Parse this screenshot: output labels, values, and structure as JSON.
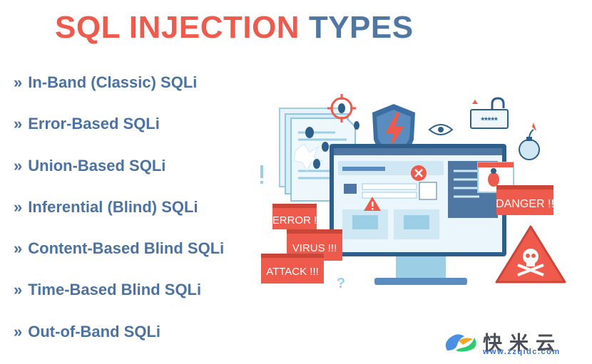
{
  "title": {
    "part1": "SQL INJECTION",
    "part2": "TYPES"
  },
  "bullet": "»",
  "types": [
    "In-Band (Classic) SQLi",
    "Error-Based SQLi",
    "Union-Based SQLi",
    "Inferential (Blind) SQLi",
    "Content-Based Blind SQLi",
    "Time-Based Blind SQLi",
    "Out-of-Band SQLi"
  ],
  "illustration": {
    "error_label": "ERROR !",
    "virus_label": "VIRUS !!!",
    "attack_label": "ATTACK !!!",
    "danger_label": "DANGER !!",
    "password_dots": "*****"
  },
  "watermark": {
    "name": "快米云",
    "url": "www.zzqidc.com"
  },
  "colors": {
    "red": "#ee5a4b",
    "blue": "#4e77a3",
    "light_blue": "#cfe8f3"
  }
}
